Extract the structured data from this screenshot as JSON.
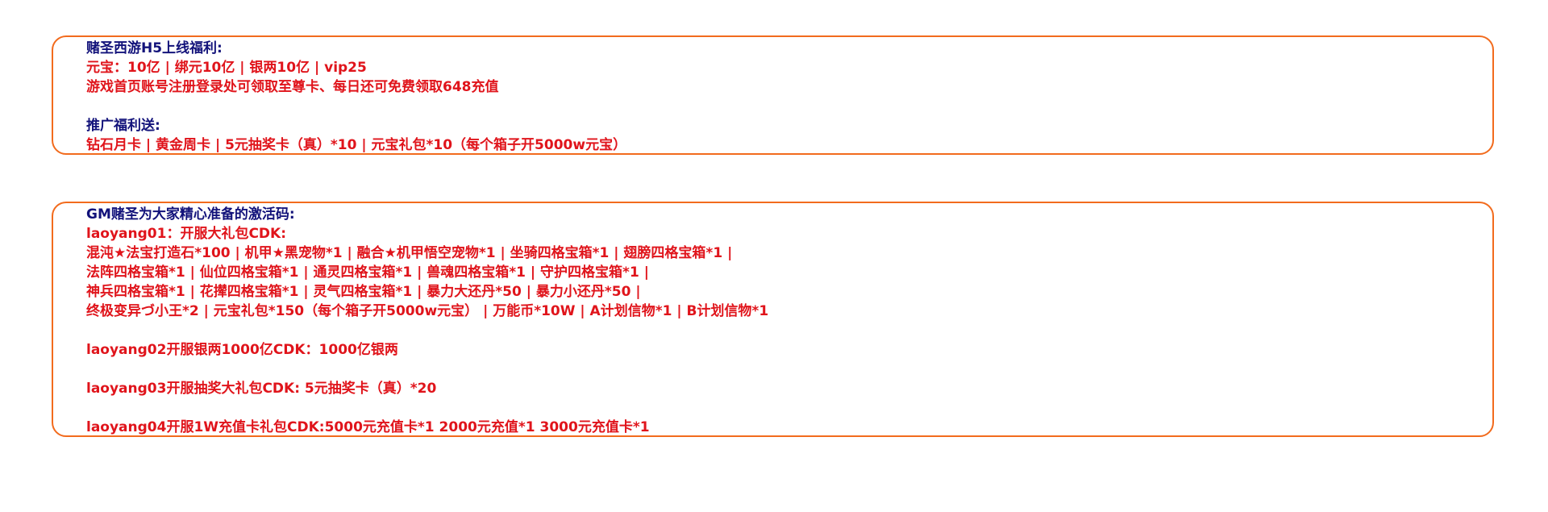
{
  "box1": {
    "title": "赌圣西游H5上线福利:",
    "lines": [
      "元宝：10亿 | 绑元10亿 | 银两10亿 | vip25",
      "游戏首页账号注册登录处可领取至尊卡、每日还可免费领取648充值"
    ],
    "promo_title": "推广福利送:",
    "promo_line": "钻石月卡 | 黄金周卡 | 5元抽奖卡（真）*10 | 元宝礼包*10（每个箱子开5000w元宝）"
  },
  "box2": {
    "title": "GM赌圣为大家精心准备的激活码:",
    "code1_title": "laoyang01：开服大礼包CDK:",
    "code1_lines": [
      "混沌★法宝打造石*100 | 机甲★黑宠物*1 | 融合★机甲悟空宠物*1 | 坐骑四格宝箱*1 | 翅膀四格宝箱*1 |",
      "法阵四格宝箱*1 | 仙位四格宝箱*1 | 通灵四格宝箱*1 | 兽魂四格宝箱*1 | 守护四格宝箱*1 |",
      "神兵四格宝箱*1 | 花撵四格宝箱*1 | 灵气四格宝箱*1 | 暴力大还丹*50 | 暴力小还丹*50 |",
      "终极变异づ小王*2 | 元宝礼包*150（每个箱子开5000w元宝） | 万能币*10W | A计划信物*1 | B计划信物*1"
    ],
    "code2": "laoyang02开服银两1000亿CDK：1000亿银两",
    "code3": "laoyang03开服抽奖大礼包CDK: 5元抽奖卡（真）*20",
    "code4": "laoyang04开服1W充值卡礼包CDK:5000元充值卡*1 2000元充值*1 3000元充值卡*1"
  }
}
